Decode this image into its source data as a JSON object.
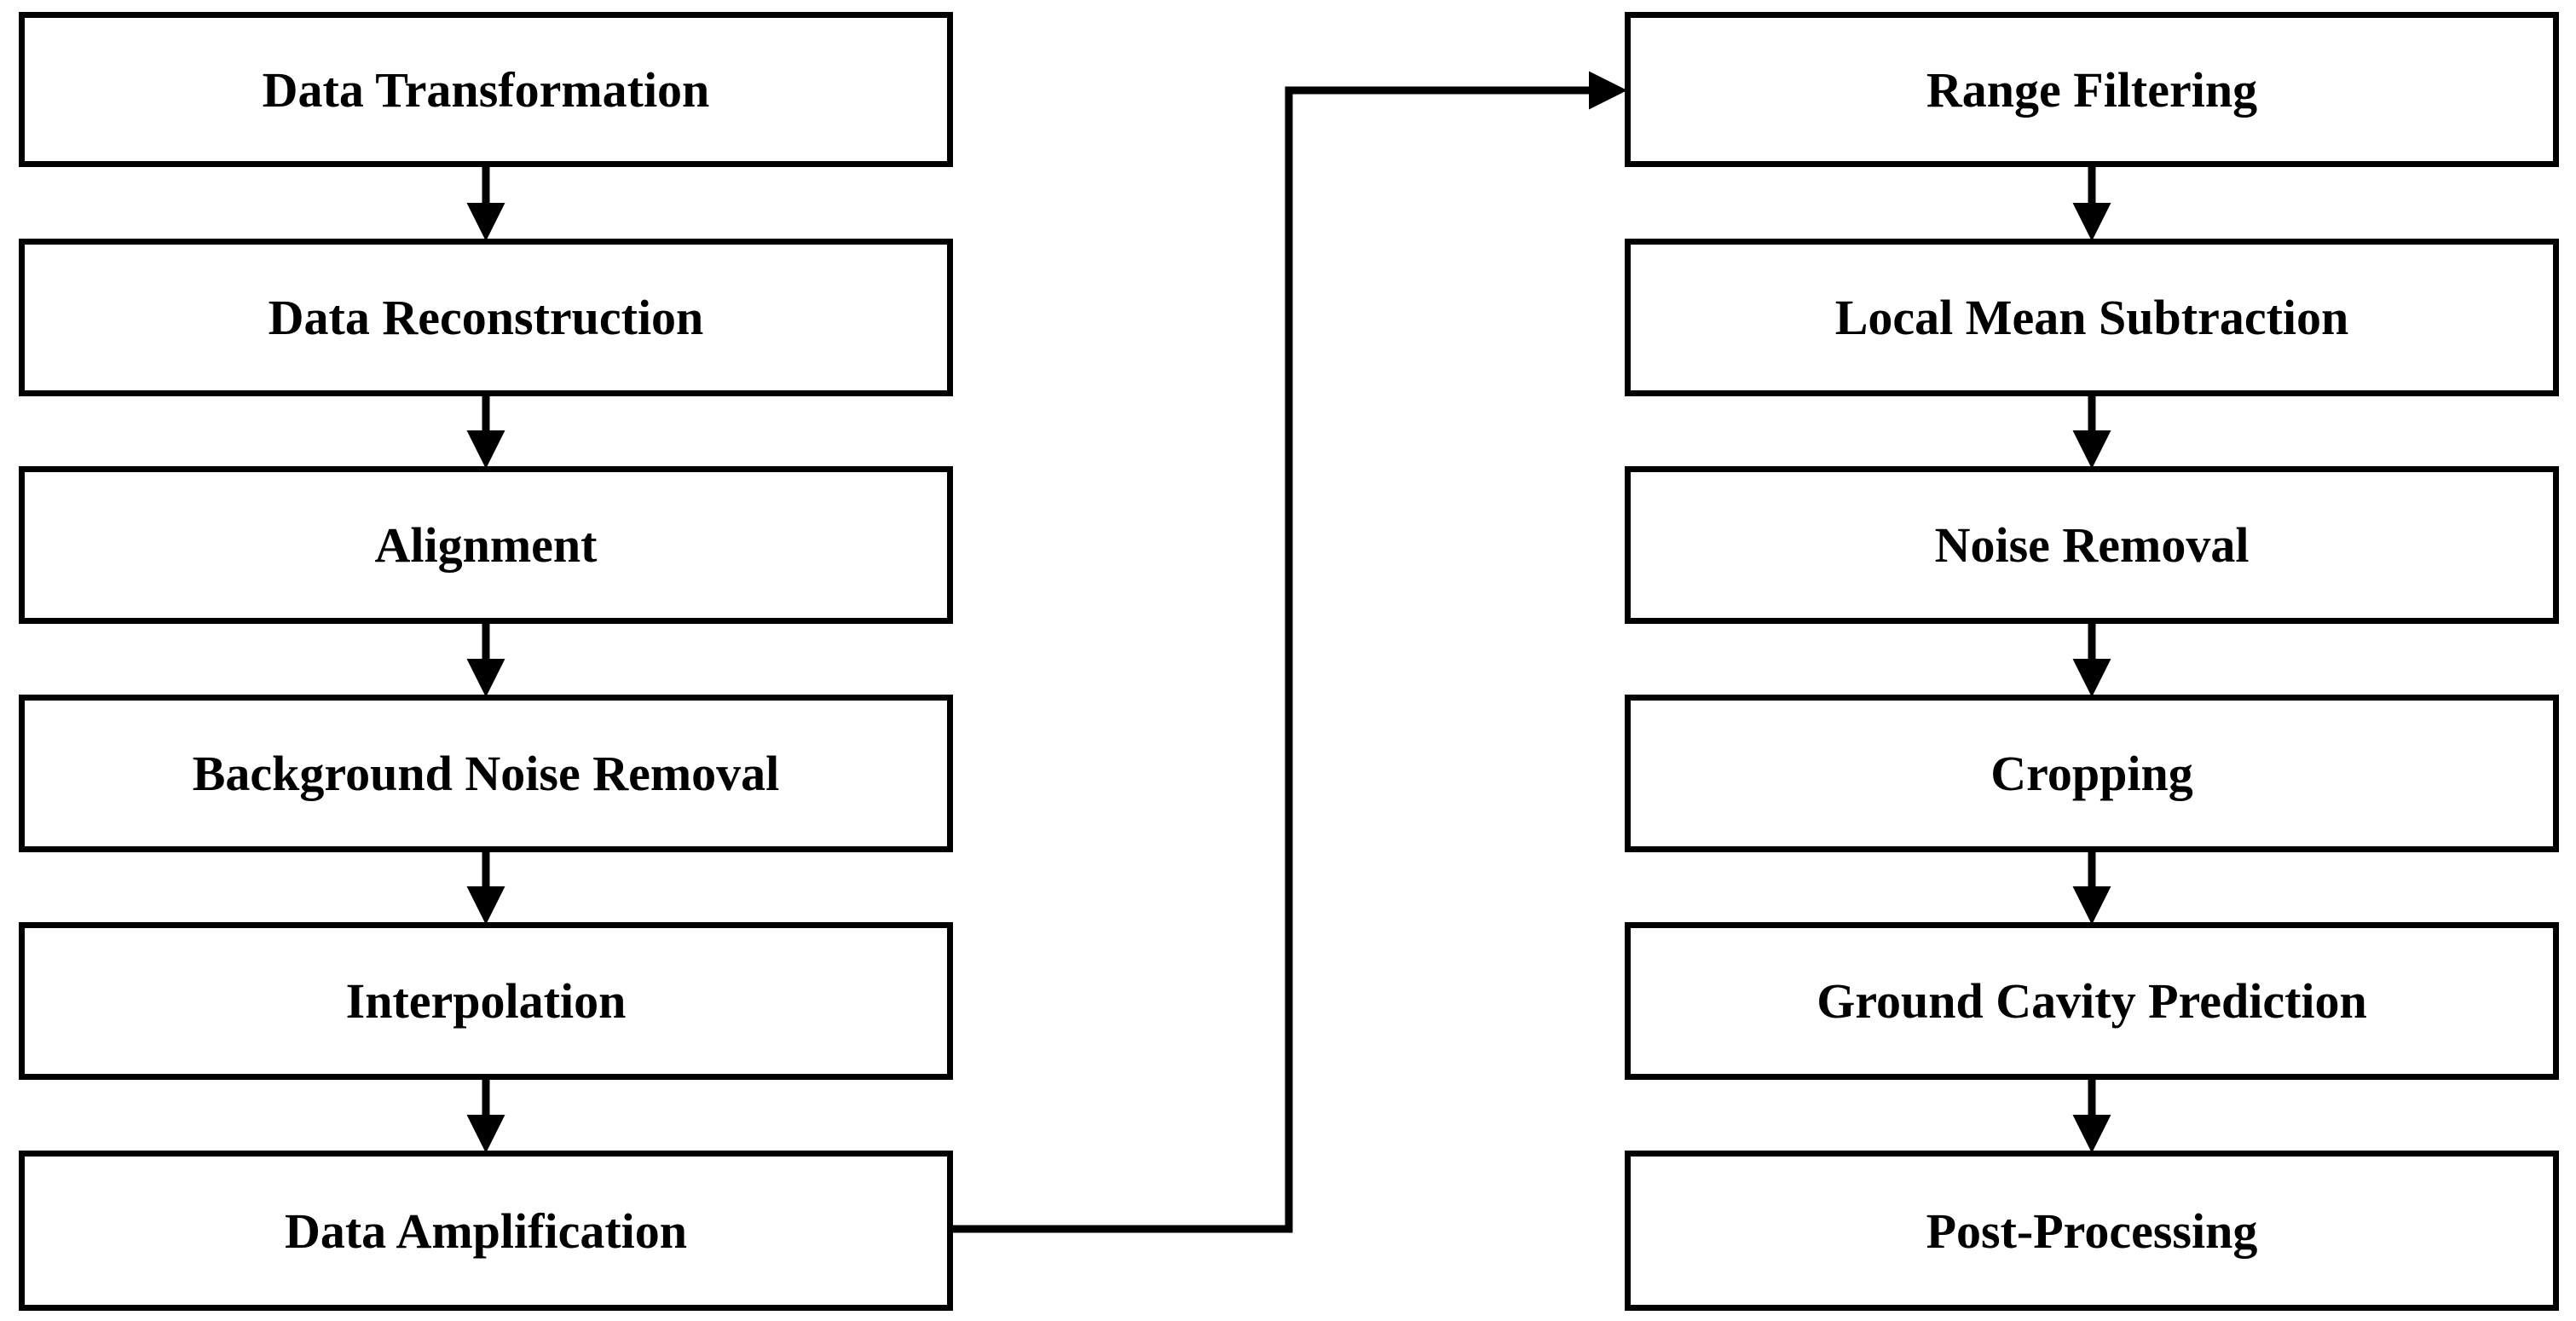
{
  "diagram": {
    "left_column": [
      {
        "label": "Data Transformation"
      },
      {
        "label": "Data Reconstruction"
      },
      {
        "label": "Alignment"
      },
      {
        "label": "Background Noise Removal"
      },
      {
        "label": "Interpolation"
      },
      {
        "label": "Data Amplification"
      }
    ],
    "right_column": [
      {
        "label": "Range Filtering"
      },
      {
        "label": "Local Mean Subtraction"
      },
      {
        "label": "Noise Removal"
      },
      {
        "label": "Cropping"
      },
      {
        "label": "Ground Cavity Prediction"
      },
      {
        "label": "Post-Processing"
      }
    ]
  }
}
